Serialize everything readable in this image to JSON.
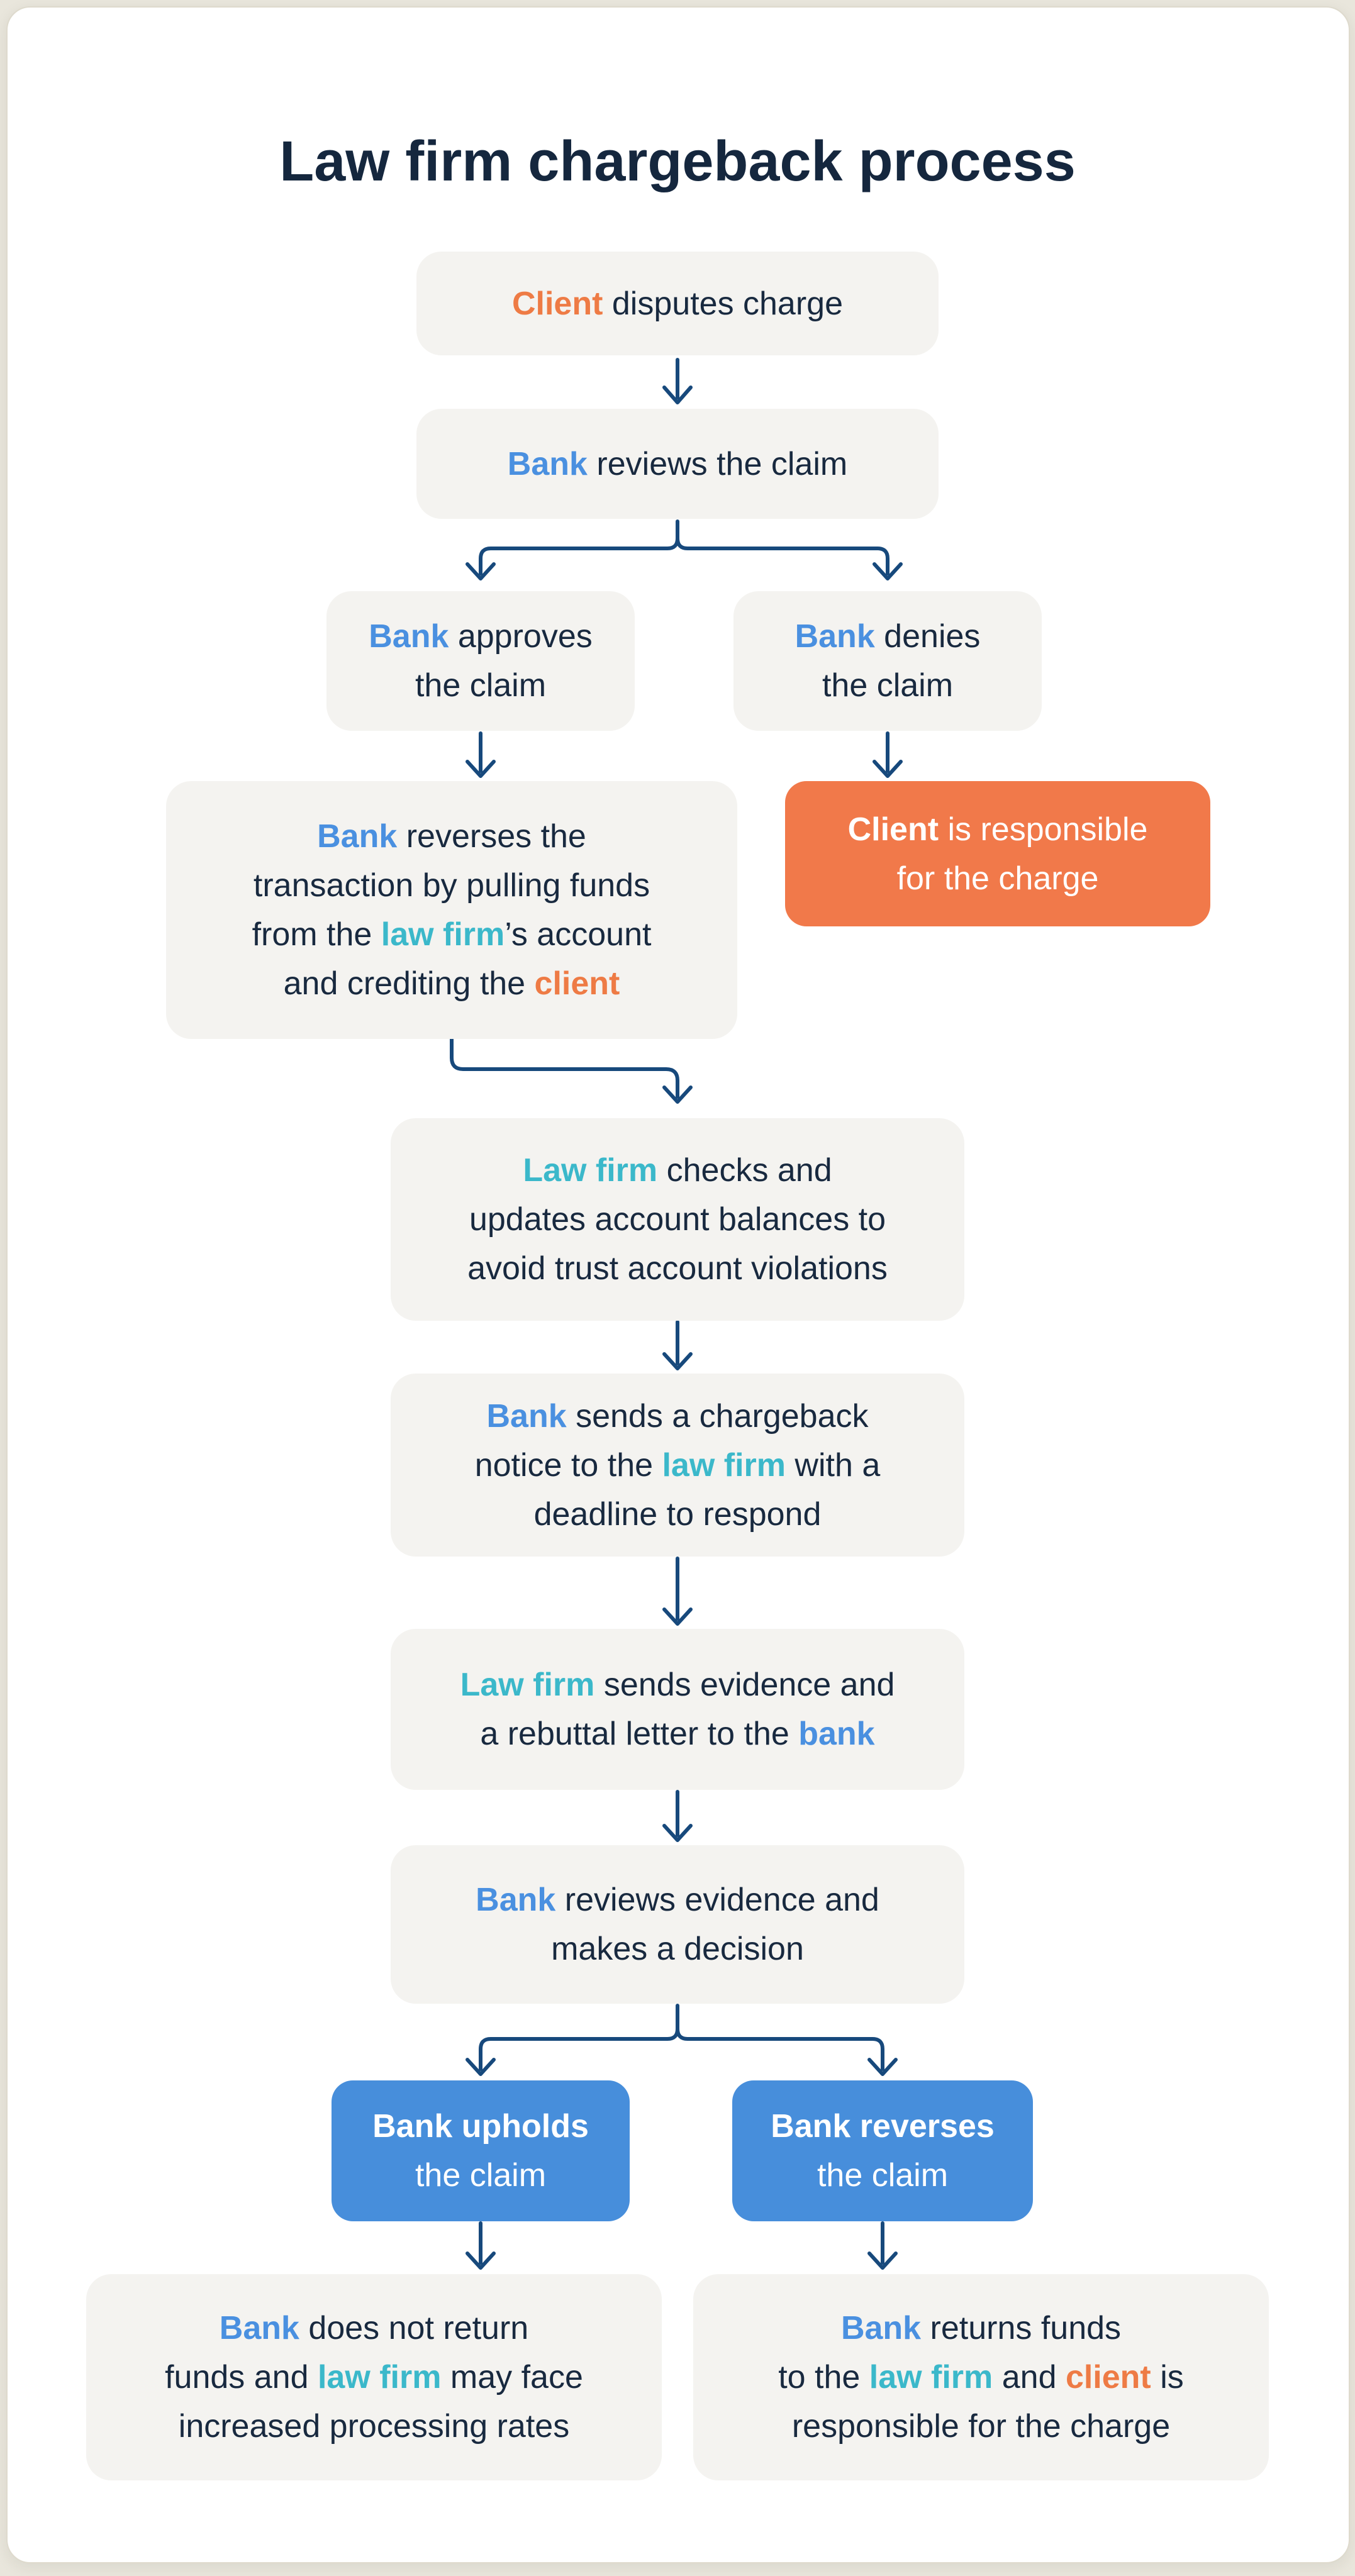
{
  "title": "Law firm chargeback process",
  "colors": {
    "accent_blue": "#4a90e0",
    "accent_teal": "#3bb8ca",
    "accent_orange": "#ee7b45",
    "navy_text": "#18293f",
    "arrow": "#17497c",
    "box_grey": "#f4f3f0",
    "box_orange": "#f1794a",
    "box_blue": "#478edb",
    "page_background": "#e9e6dc",
    "card_background": "#ffffff"
  },
  "nodes": {
    "client_disputes": {
      "segments": [
        {
          "t": "Client",
          "c": "orange"
        },
        {
          "t": " disputes charge"
        }
      ]
    },
    "bank_reviews_claim": {
      "segments": [
        {
          "t": "Bank",
          "c": "blue"
        },
        {
          "t": " reviews the claim"
        }
      ]
    },
    "bank_approves": {
      "segments": [
        {
          "t": "Bank",
          "c": "blue"
        },
        {
          "t": " approves\nthe claim"
        }
      ]
    },
    "bank_denies": {
      "segments": [
        {
          "t": "Bank",
          "c": "blue"
        },
        {
          "t": " denies\nthe claim"
        }
      ]
    },
    "bank_reverses_transaction": {
      "segments": [
        {
          "t": "Bank",
          "c": "blue"
        },
        {
          "t": " reverses the\ntransaction by pulling funds\nfrom the "
        },
        {
          "t": "law firm",
          "c": "teal"
        },
        {
          "t": "’s account\nand crediting the "
        },
        {
          "t": "client",
          "c": "orange"
        }
      ]
    },
    "client_responsible": {
      "segments": [
        {
          "t": "Client",
          "c": "wb"
        },
        {
          "t": " is responsible\nfor the charge"
        }
      ]
    },
    "lawfirm_checks_balances": {
      "segments": [
        {
          "t": "Law firm",
          "c": "teal"
        },
        {
          "t": " checks and\nupdates account balances to\navoid trust account violations"
        }
      ]
    },
    "bank_sends_notice": {
      "segments": [
        {
          "t": "Bank",
          "c": "blue"
        },
        {
          "t": " sends a chargeback\nnotice to the "
        },
        {
          "t": "law firm",
          "c": "teal"
        },
        {
          "t": " with a\ndeadline to respond"
        }
      ]
    },
    "lawfirm_sends_evidence": {
      "segments": [
        {
          "t": "Law firm",
          "c": "teal"
        },
        {
          "t": " sends evidence and\na rebuttal letter to the "
        },
        {
          "t": "bank",
          "c": "blue"
        }
      ]
    },
    "bank_reviews_evidence": {
      "segments": [
        {
          "t": "Bank",
          "c": "blue"
        },
        {
          "t": " reviews evidence and\nmakes a decision"
        }
      ]
    },
    "bank_upholds": {
      "segments": [
        {
          "t": "Bank upholds",
          "c": "wb"
        },
        {
          "t": "\nthe claim"
        }
      ]
    },
    "bank_reverses_claim": {
      "segments": [
        {
          "t": "Bank reverses",
          "c": "wb"
        },
        {
          "t": "\nthe claim"
        }
      ]
    },
    "bank_does_not_return": {
      "segments": [
        {
          "t": "Bank",
          "c": "blue"
        },
        {
          "t": " does not return\nfunds and "
        },
        {
          "t": "law firm",
          "c": "teal"
        },
        {
          "t": " may face\nincreased processing rates"
        }
      ]
    },
    "bank_returns_funds": {
      "segments": [
        {
          "t": "Bank",
          "c": "blue"
        },
        {
          "t": " returns funds\nto the "
        },
        {
          "t": "law firm",
          "c": "teal"
        },
        {
          "t": " and "
        },
        {
          "t": "client",
          "c": "orange"
        },
        {
          "t": " is\nresponsible for the charge"
        }
      ]
    }
  }
}
